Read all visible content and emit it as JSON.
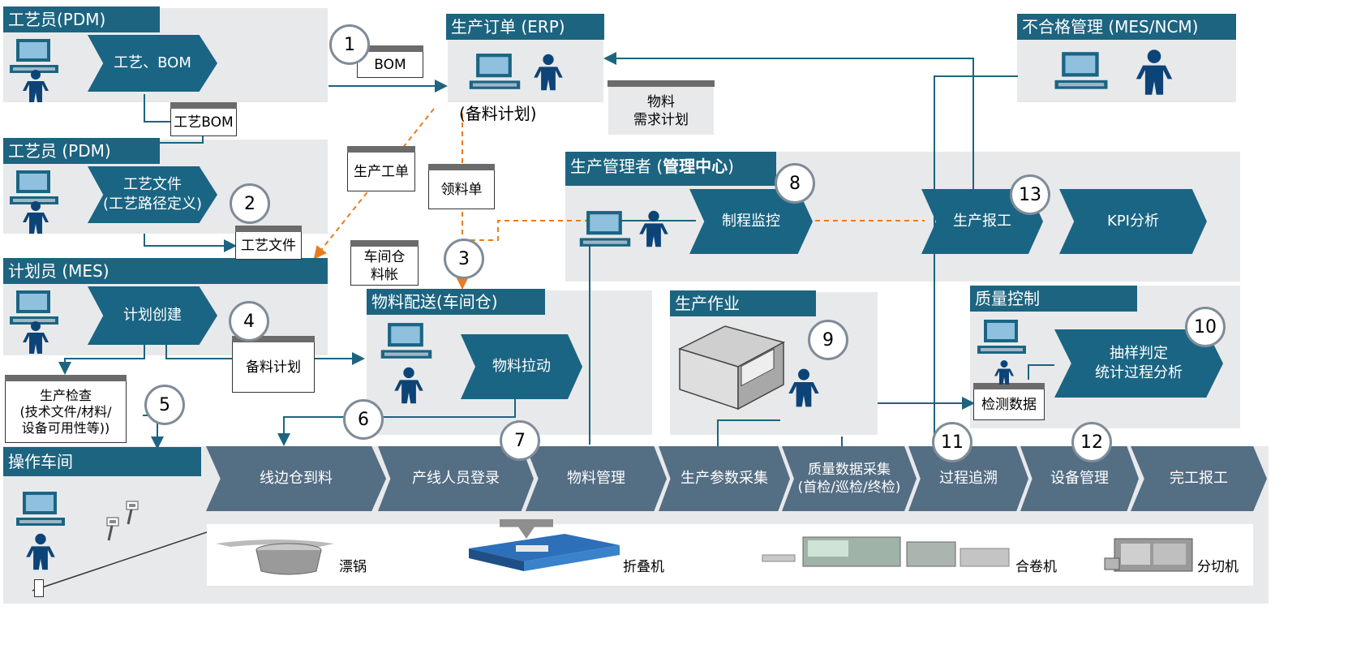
{
  "panels": {
    "pdm1": {
      "title": "工艺员(PDM)",
      "step": "工艺、BOM"
    },
    "pdm2": {
      "title": "工艺员 (PDM)",
      "step": "工艺文件\n(工艺路径定义)"
    },
    "mes_plan": {
      "title": "计划员 (MES)",
      "step": "计划创建"
    },
    "erp": {
      "title": "生产订单 (ERP)",
      "note": "(备料计划)"
    },
    "ncm": {
      "title": "不合格管理 (MES/NCM)"
    },
    "mgmt": {
      "title_prefix": "生产管理者 (",
      "title_bold": "管理中心",
      "title_suffix": ")",
      "steps": [
        "制程监控",
        "生产报工",
        "KPI分析"
      ]
    },
    "material": {
      "title": "物料配送(车间仓)",
      "step": "物料拉动"
    },
    "production": {
      "title": "生产作业"
    },
    "quality": {
      "title": "质量控制",
      "step": "抽样判定\n统计过程分析"
    },
    "workshop": {
      "title": "操作车间"
    }
  },
  "docs": {
    "bom": "BOM",
    "craft_bom": "工艺BOM",
    "material_req": "物料\n需求计划",
    "work_order": "生产工单",
    "picking_list": "领料单",
    "craft_file": "工艺文件",
    "warehouse_ledger": "车间仓\n料帐",
    "prep_plan": "备料计划",
    "inspection_data": "检测数据",
    "prod_check": "生产检查\n(技术文件/材料/\n设备可用性等))"
  },
  "numbers": [
    "1",
    "2",
    "3",
    "4",
    "5",
    "6",
    "7",
    "8",
    "9",
    "10",
    "11",
    "12",
    "13"
  ],
  "workflow": [
    "线边仓到料",
    "产线人员登录",
    "物料管理",
    "生产参数采集",
    "质量数据采集\n(首检/巡检/终检)",
    "过程追溯",
    "设备管理",
    "完工报工"
  ],
  "machines": [
    "漂锅",
    "折叠机",
    "合卷机",
    "分切机"
  ],
  "icons": [
    "computer-icon",
    "person-icon",
    "scanner-icon",
    "machine-icon"
  ],
  "colors": {
    "header": "#1d6480",
    "process": "#1a6583",
    "workflow": "#546e84",
    "panel": "#e8e9eb",
    "dashed": "#e87c1e",
    "connector": "#1d6480"
  }
}
